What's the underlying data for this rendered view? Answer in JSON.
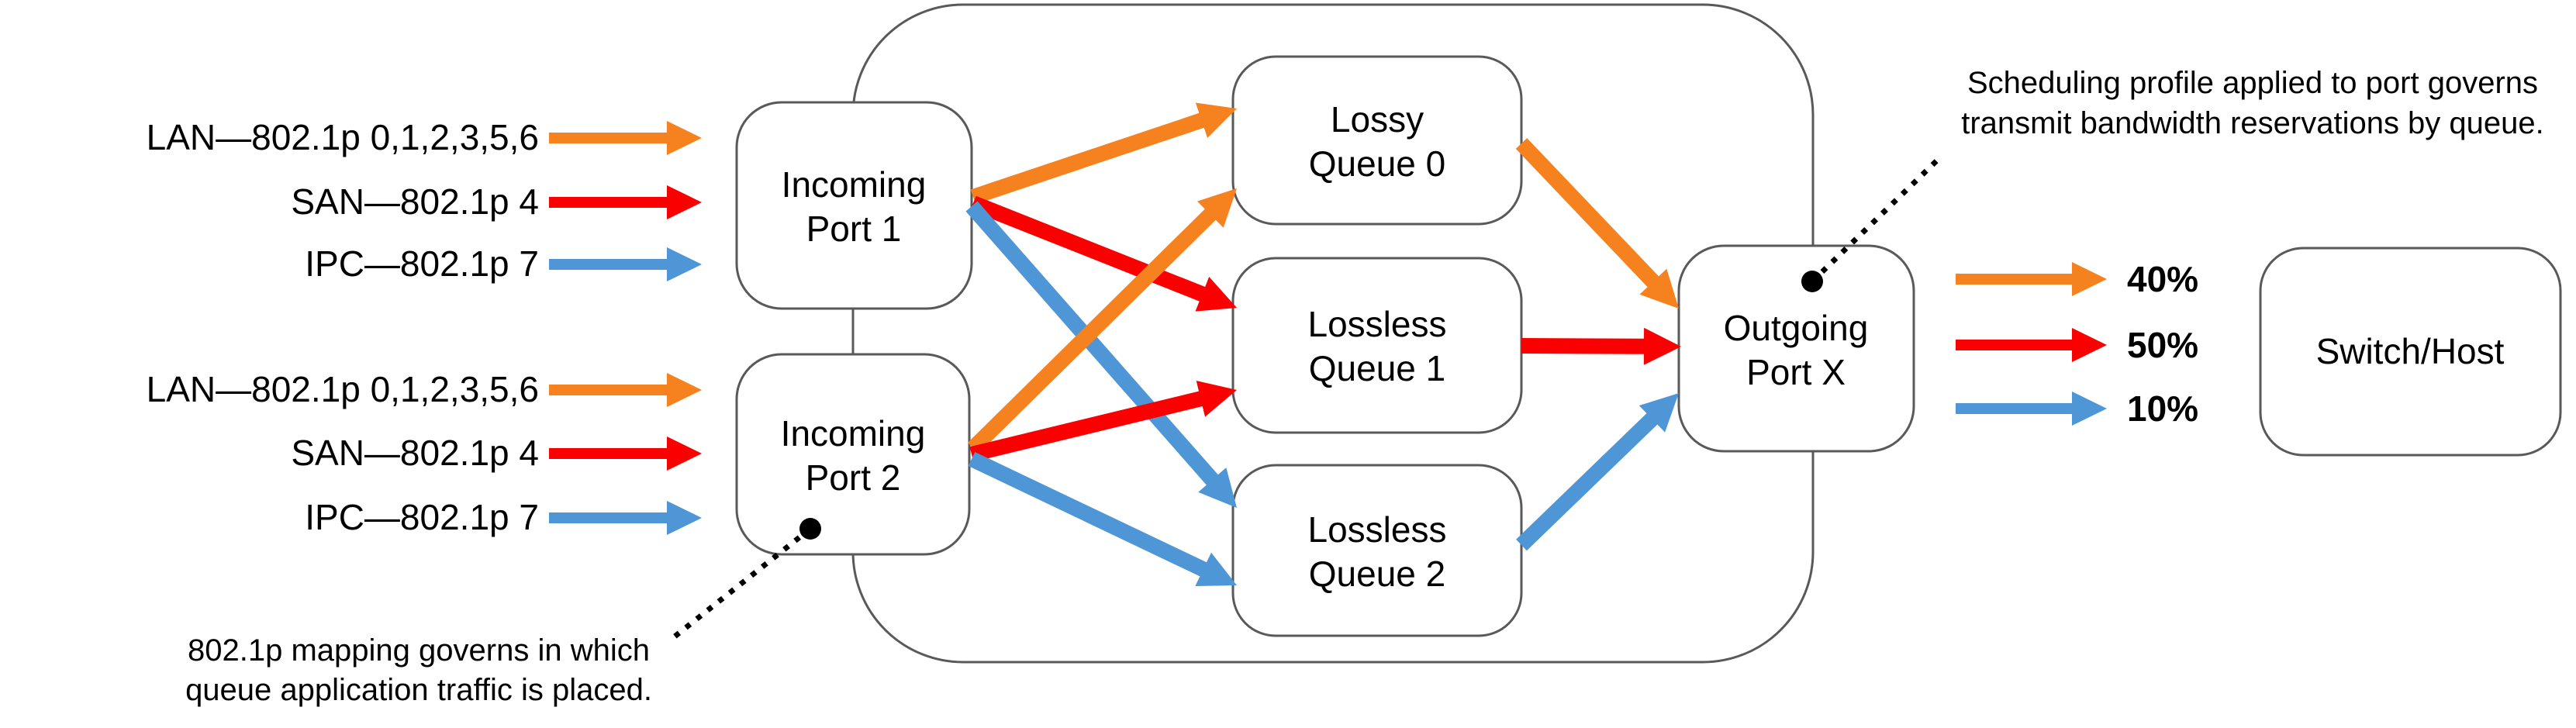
{
  "title": "802.1p queue mapping and ETS scheduling diagram",
  "colors": {
    "orange": "#F6821F",
    "red": "#FB0000",
    "blue": "#4E96D5",
    "box_border": "#595959",
    "text": "#000000"
  },
  "legend": {
    "groups": [
      {
        "rows": [
          {
            "label": "LAN—802.1p 0,1,2,3,5,6",
            "color": "orange"
          },
          {
            "label": "SAN—802.1p 4",
            "color": "red"
          },
          {
            "label": "IPC—802.1p 7",
            "color": "blue"
          }
        ]
      },
      {
        "rows": [
          {
            "label": "LAN—802.1p 0,1,2,3,5,6",
            "color": "orange"
          },
          {
            "label": "SAN—802.1p 4",
            "color": "red"
          },
          {
            "label": "IPC—802.1p 7",
            "color": "blue"
          }
        ]
      }
    ]
  },
  "nodes": {
    "incoming_port_1": {
      "lines": [
        "Incoming",
        "Port 1"
      ]
    },
    "incoming_port_2": {
      "lines": [
        "Incoming",
        "Port 2"
      ]
    },
    "lossy_queue_0": {
      "lines": [
        "Lossy",
        "Queue 0"
      ]
    },
    "lossless_queue_1": {
      "lines": [
        "Lossless",
        "Queue 1"
      ]
    },
    "lossless_queue_2": {
      "lines": [
        "Lossless",
        "Queue 2"
      ]
    },
    "outgoing_port_x": {
      "lines": [
        "Outgoing",
        "Port X"
      ]
    },
    "switch_host": {
      "label": "Switch/Host"
    }
  },
  "outputs": [
    {
      "percent": "40%",
      "color": "orange"
    },
    {
      "percent": "50%",
      "color": "red"
    },
    {
      "percent": "10%",
      "color": "blue"
    }
  ],
  "annotations": {
    "scheduling": {
      "lines": [
        "Scheduling profile applied to port governs",
        "transmit bandwidth reservations by queue."
      ]
    },
    "mapping": {
      "lines": [
        "802.1p mapping governs in which",
        "queue application traffic is placed."
      ]
    }
  }
}
